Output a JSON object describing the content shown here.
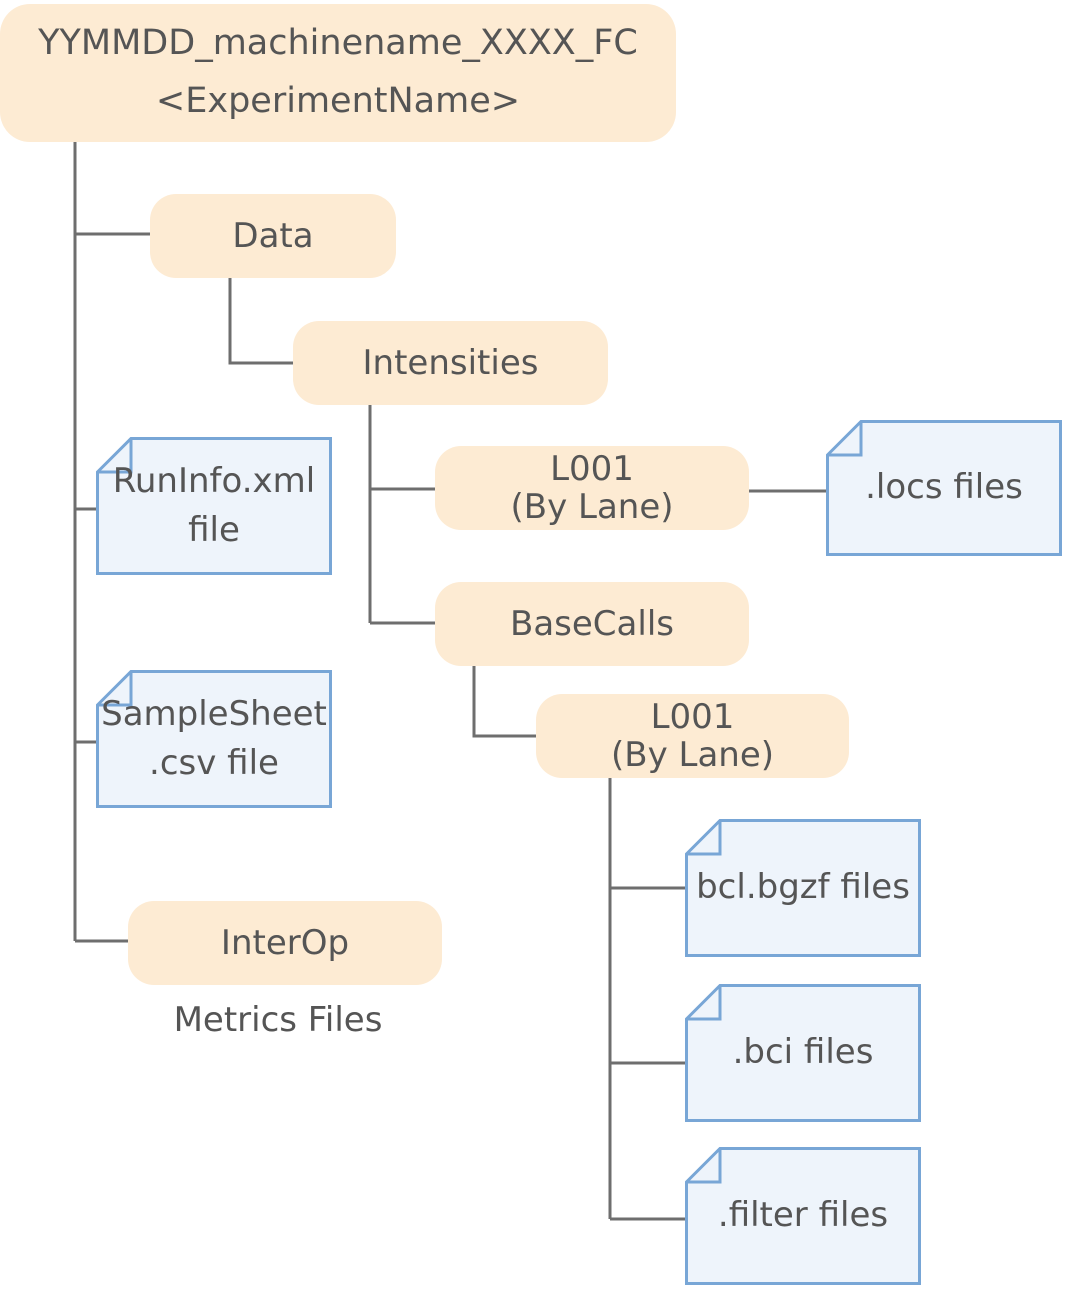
{
  "root": {
    "line1": "YYMMDD_machinename_XXXX_FC",
    "line2": "<ExperimentName>"
  },
  "data_folder": {
    "label": "Data"
  },
  "intensities_folder": {
    "label": "Intensities"
  },
  "intensities_lane": {
    "line1": "L001",
    "line2": "(By Lane)"
  },
  "locs_file": {
    "label": ".locs files"
  },
  "basecalls_folder": {
    "label": "BaseCalls"
  },
  "basecalls_lane": {
    "line1": "L001",
    "line2": "(By Lane)"
  },
  "runinfo_file": {
    "line1": "RunInfo.xml",
    "line2": "file"
  },
  "samplesheet_file": {
    "line1": "SampleSheet",
    "line2": ".csv file"
  },
  "interop_folder": {
    "label": "InterOp",
    "caption": "Metrics Files"
  },
  "bcl_file": {
    "label": "bcl.bgzf files"
  },
  "bci_file": {
    "label": ".bci files"
  },
  "filter_file": {
    "label": ".filter files"
  },
  "colors": {
    "folder_fill": "#fdebd3",
    "file_fill": "#eef4fb",
    "file_stroke": "#78a6d6",
    "line": "#6e6e6e",
    "text": "#555555"
  }
}
